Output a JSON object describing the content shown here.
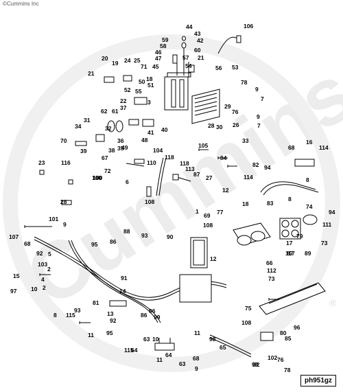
{
  "copyright": "©Cummins Inc",
  "watermark": "Cummins",
  "registered_mark": "®",
  "reference_code": "ph951gz",
  "colors": {
    "line": "#000000",
    "watermark": "#ececec",
    "background": "#ffffff"
  },
  "callouts": [
    "44",
    "43",
    "42",
    "59",
    "58",
    "46",
    "47",
    "45",
    "60",
    "57",
    "21",
    "54",
    "56",
    "53",
    "106",
    "20",
    "19",
    "24",
    "25",
    "71",
    "21",
    "51",
    "50",
    "18",
    "52",
    "55",
    "78",
    "9",
    "7",
    "62",
    "61",
    "37",
    "31",
    "32",
    "34",
    "70",
    "36",
    "39",
    "35",
    "38",
    "49",
    "48",
    "41",
    "40",
    "22",
    "3",
    "30",
    "29",
    "76",
    "26",
    "28",
    "33",
    "105",
    "84",
    "82",
    "9",
    "7",
    "104",
    "118",
    "110",
    "118",
    "113",
    "87",
    "108",
    "72",
    "67",
    "23",
    "116",
    "100",
    "27",
    "94",
    "8",
    "68",
    "16",
    "114",
    "114",
    "108",
    "6",
    "100",
    "28",
    "12",
    "18",
    "83",
    "74",
    "8",
    "94",
    "111",
    "107",
    "101",
    "9",
    "103",
    "92",
    "5",
    "68",
    "4",
    "10",
    "1",
    "69",
    "77",
    "73",
    "17",
    "117",
    "89",
    "79",
    "86",
    "88",
    "93",
    "95",
    "90",
    "12",
    "66",
    "87",
    "112",
    "73",
    "97",
    "2",
    "8",
    "115",
    "93",
    "81",
    "96",
    "86",
    "91",
    "14",
    "13",
    "92",
    "95",
    "63",
    "10",
    "11",
    "98",
    "65",
    "108",
    "75",
    "80",
    "96",
    "11",
    "115",
    "64",
    "11",
    "64",
    "63",
    "99",
    "15",
    "2",
    "68",
    "98",
    "82",
    "102",
    "76",
    "78",
    "85",
    "9"
  ]
}
